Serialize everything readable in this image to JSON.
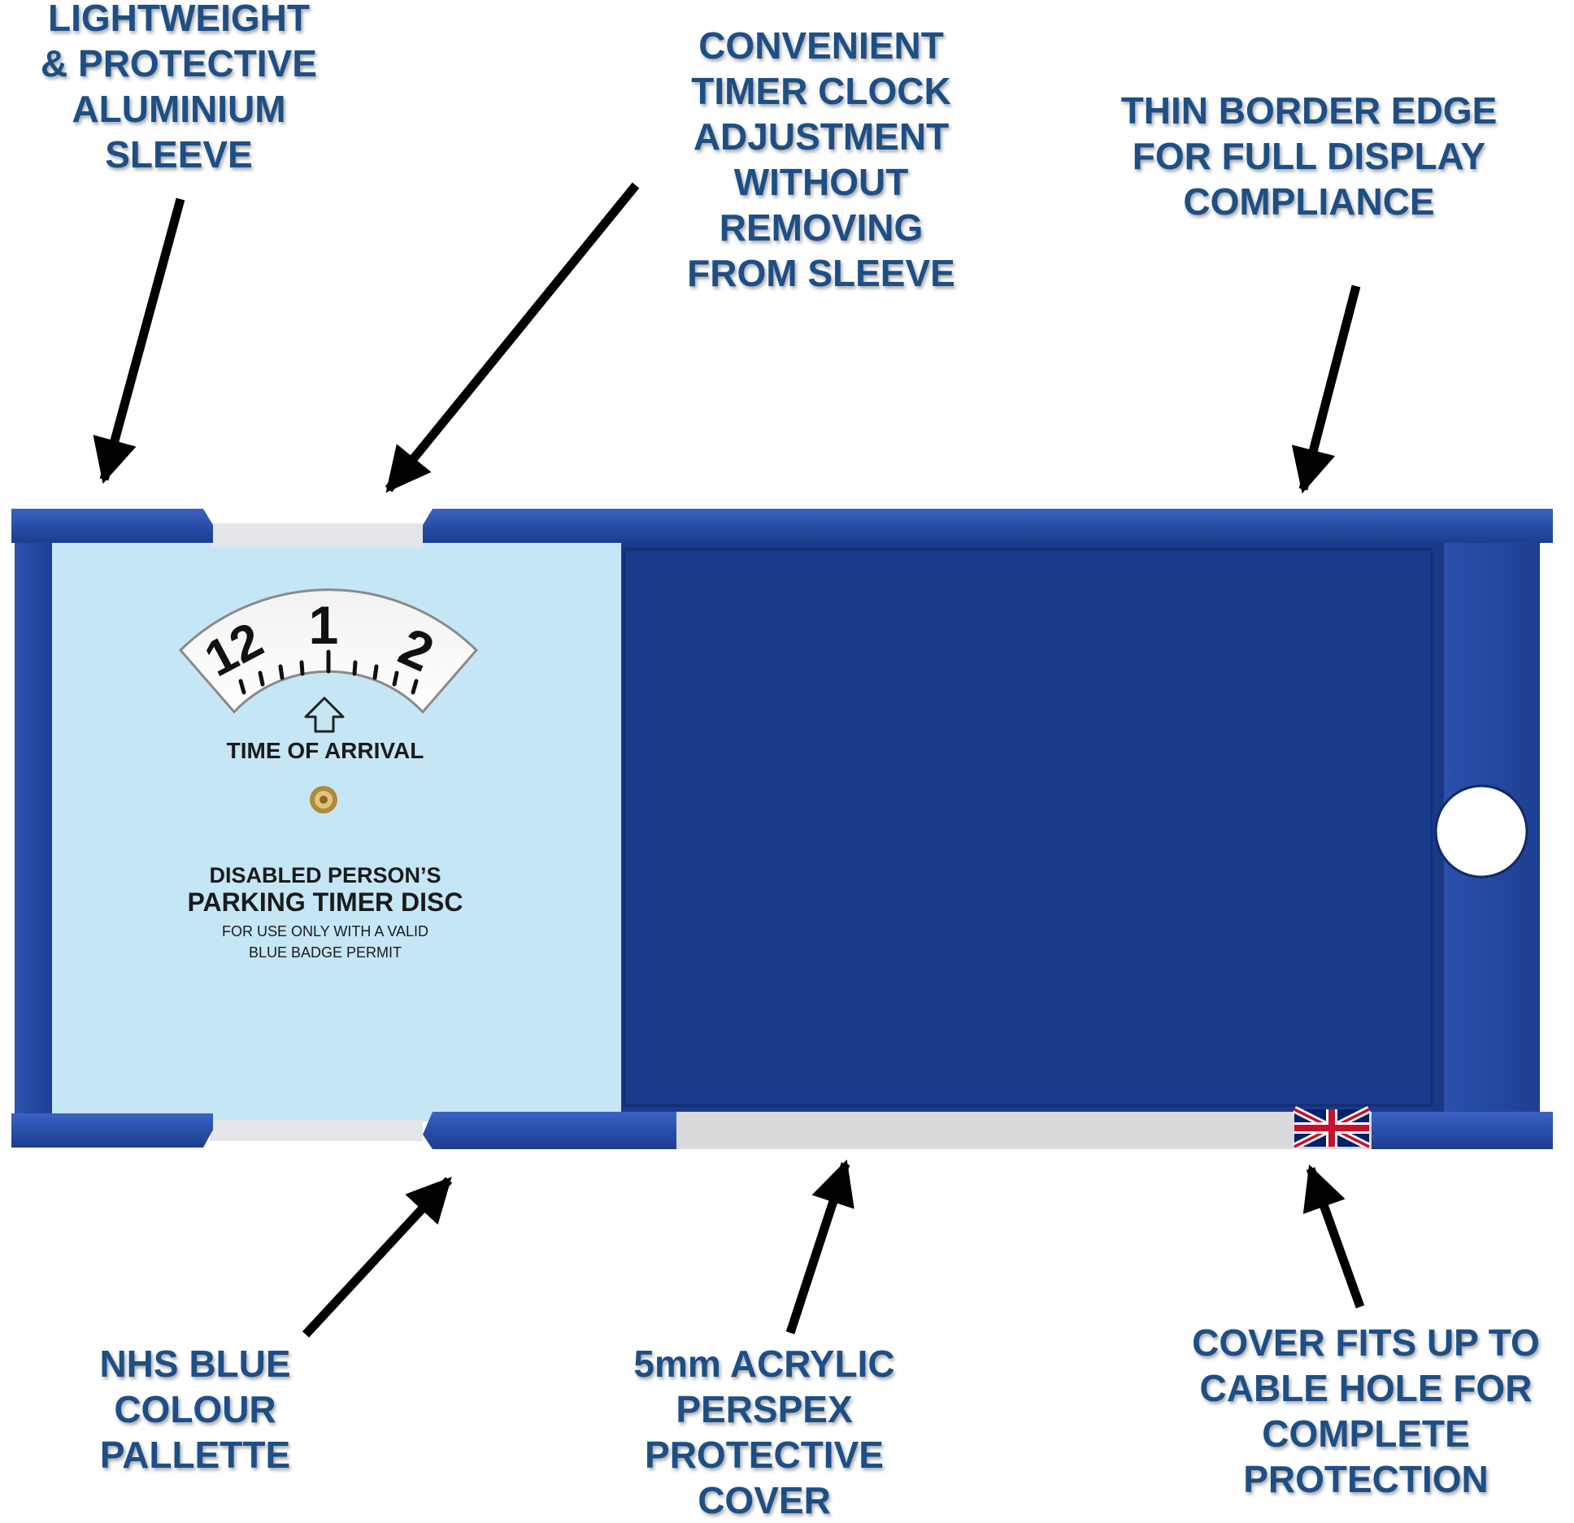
{
  "callouts": {
    "sleeve": {
      "lines": [
        "LIGHTWEIGHT",
        "& PROTECTIVE",
        "ALUMINIUM",
        "SLEEVE"
      ]
    },
    "timer": {
      "lines": [
        "CONVENIENT",
        "TIMER CLOCK",
        "ADJUSTMENT",
        "WITHOUT",
        "REMOVING",
        "FROM SLEEVE"
      ]
    },
    "border": {
      "lines": [
        "THIN BORDER EDGE",
        "FOR FULL DISPLAY",
        "COMPLIANCE"
      ]
    },
    "colour": {
      "lines": [
        "NHS BLUE",
        "COLOUR",
        "PALLETTE"
      ]
    },
    "cover": {
      "lines": [
        "5mm ACRYLIC",
        "PERSPEX",
        "PROTECTIVE",
        "COVER"
      ]
    },
    "cable": {
      "lines": [
        "COVER FITS UP TO",
        "CABLE HOLE FOR",
        "COMPLETE",
        "PROTECTION"
      ]
    }
  },
  "disc": {
    "dial_numbers": [
      "12",
      "1",
      "2"
    ],
    "arrival_label": "TIME OF ARRIVAL",
    "line1": "DISABLED PERSON’S",
    "line2": "PARKING TIMER DISC",
    "line3": "FOR USE ONLY WITH A VALID",
    "line4": "BLUE BADGE PERMIT"
  },
  "colors": {
    "callout_text": "#1d4f85",
    "sleeve_blue": "#2b4fa8",
    "panel_blue": "#1a3a8c",
    "disc_background": "#c5e6f5",
    "acrylic_strip": "#d8dadc"
  },
  "icons": [
    "arrow-up-icon",
    "union-jack-flag-icon",
    "cable-hole-icon",
    "brass-rivet-icon"
  ]
}
